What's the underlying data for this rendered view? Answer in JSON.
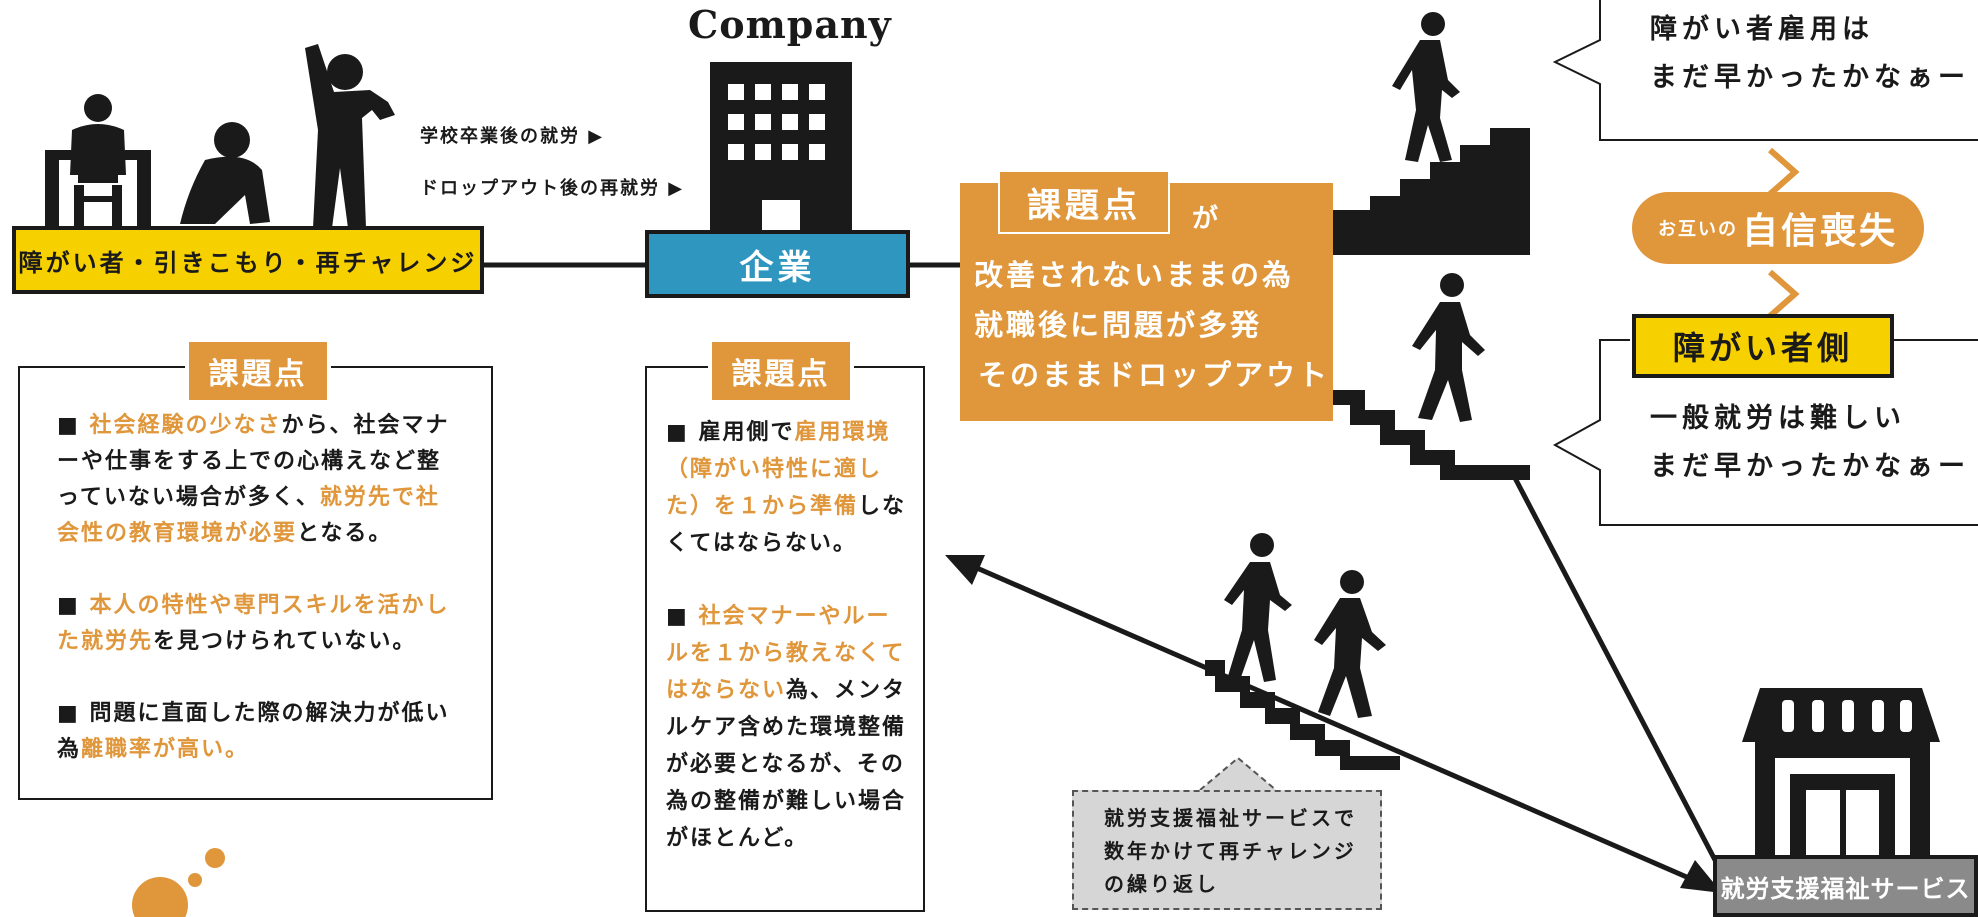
{
  "company_title": "Company",
  "labels": {
    "challengers": "障がい者・引きこもり・再チャレンジ",
    "company": "企業",
    "welfare_service": "就労支援福祉サービス",
    "disabled_side": "障がい者側"
  },
  "paths": {
    "after_school": "学校卒業後の就労",
    "after_dropout": "ドロップアウト後の再就労"
  },
  "center_box": {
    "tag": "課題点",
    "suffix": "が",
    "line1": "改善されないままの為",
    "line2": "就職後に問題が多発",
    "line3": "そのままドロップアウト"
  },
  "bubble": {
    "small": "お互いの",
    "big": "自信喪失"
  },
  "employer_callout": {
    "line1": "障がい者雇用は",
    "line2": "まだ早かったかなぁー"
  },
  "disabled_callout": {
    "line1": "一般就労は難しい",
    "line2": "まだ早かったかなぁー"
  },
  "left_panel": {
    "tab": "課題点",
    "p1_bullet": "■ ",
    "p1_hl1": "社会経験の少なさ",
    "p1_t1": "から、社会マナーや仕事をする上での心構えなど整っていない場合が多く、",
    "p1_hl2": "就労先で社会性の教育環境が必要",
    "p1_t2": "となる。",
    "p2_bullet": "■ ",
    "p2_hl": "本人の特性や専門スキルを活かした就労先",
    "p2_t": "を見つけられていない。",
    "p3_bullet": "■ ",
    "p3_t": "問題に直面した際の解決力が低い為",
    "p3_hl": "離職率が高い。"
  },
  "mid_panel": {
    "tab": "課題点",
    "p1_bullet": "■ ",
    "p1_t1": "雇用側で",
    "p1_hl": "雇用環境（障がい特性に適した）を１から準備",
    "p1_t2": "しなくてはならない。",
    "p2_bullet": "■ ",
    "p2_hl": "社会マナーやルールを１から教えなくてはならない",
    "p2_t": "為、メンタルケア含めた環境整備が必要となるが、その為の整備が難しい場合がほとんど。"
  },
  "note_box": {
    "line1": "就労支援福祉サービスで",
    "line2": "数年かけて再チャレンジ",
    "line3": "の繰り返し"
  },
  "colors": {
    "accent_orange": "#e0963a",
    "label_yellow": "#f7d000",
    "company_blue": "#2f96c0",
    "ink": "#1a1a1a",
    "note_gray": "#d6d6d6"
  }
}
